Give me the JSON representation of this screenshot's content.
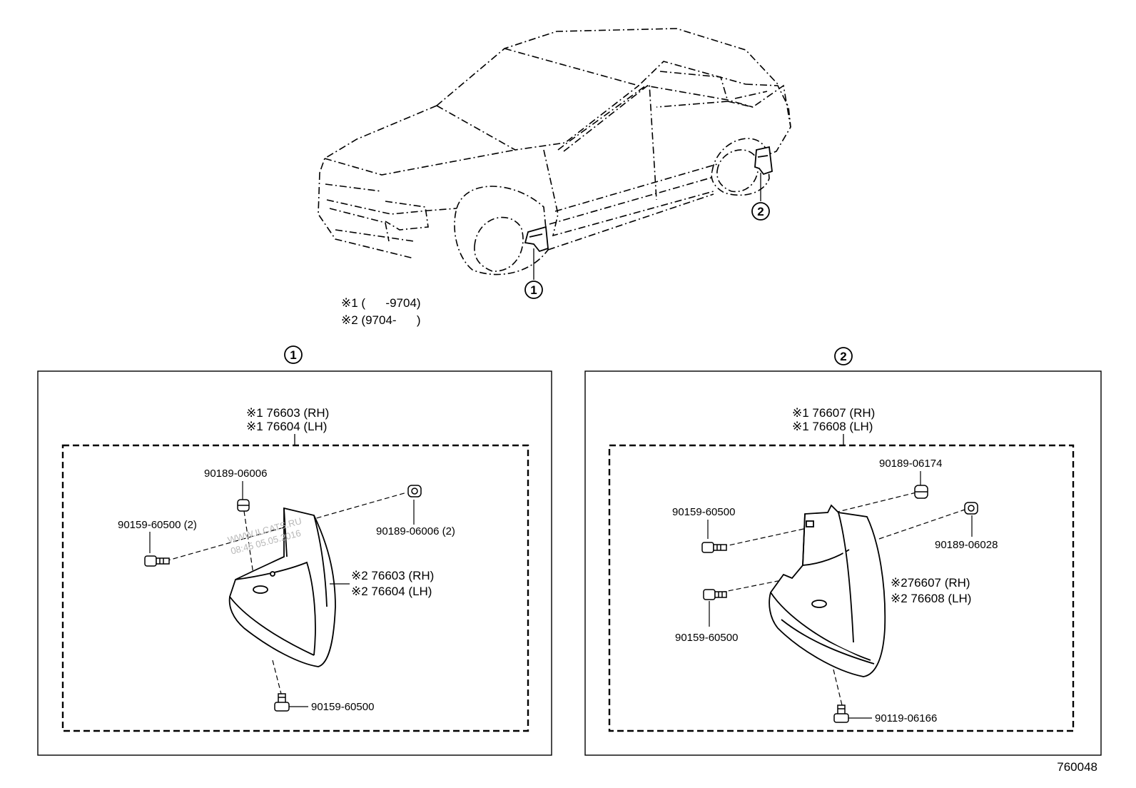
{
  "legend": {
    "line1": "※1 (      -9704)",
    "line2": "※2 (9704-      )"
  },
  "callouts": {
    "front": "1",
    "rear": "2"
  },
  "front_panel": {
    "title_number": "1",
    "assembly_s1_rh": "※1 76603 (RH)",
    "assembly_s1_lh": "※1 76604 (LH)",
    "part_90189_06006": "90189-06006",
    "part_90159_60500_2": "90159-60500 (2)",
    "part_90189_06006_2": "90189-06006 (2)",
    "mudguard_s2_rh": "※2 76603 (RH)",
    "mudguard_s2_lh": "※2 76604 (LH)",
    "part_bottom_bolt": "90159-60500"
  },
  "rear_panel": {
    "title_number": "2",
    "assembly_s1_rh": "※1 76607 (RH)",
    "assembly_s1_lh": "※1 76608 (LH)",
    "part_90189_06174": "90189-06174",
    "part_90159_60500_top": "90159-60500",
    "part_90189_06028": "90189-06028",
    "mudguard_s2_rh": "※276607 (RH)",
    "mudguard_s2_lh": "※2 76608 (LH)",
    "part_90159_60500_mid": "90159-60500",
    "part_90119_06166": "90119-06166"
  },
  "watermark": {
    "line1": "WWW.ILCATS.RU",
    "line2": "08:45 05.05.2016"
  },
  "figure_code": "760048"
}
